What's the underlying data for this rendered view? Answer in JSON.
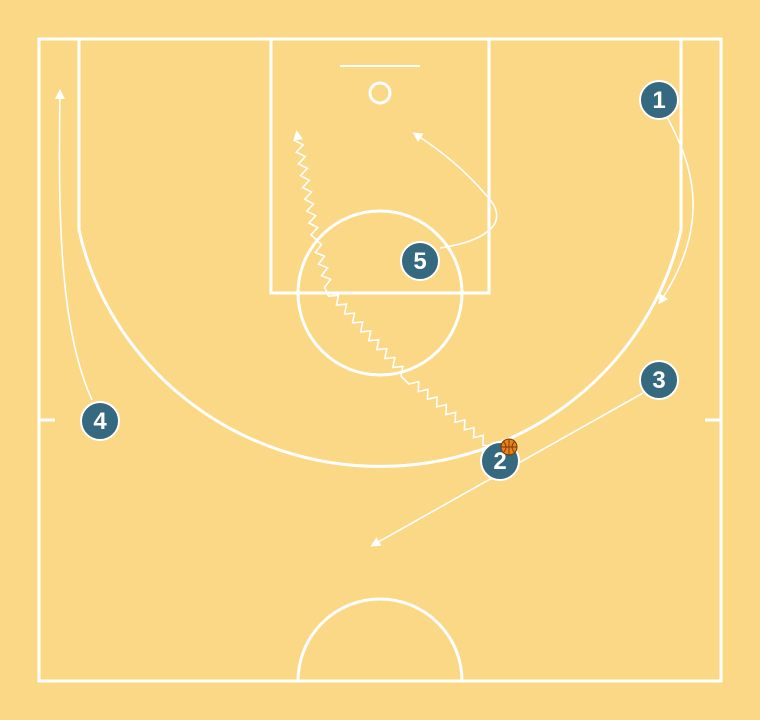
{
  "colors": {
    "court_background": "#fad885",
    "court_lines": "#ffffff",
    "player_fill": "#35697f",
    "player_outline": "#ffffff",
    "ball": "#e8821a",
    "movement_lines": "#ffffff"
  },
  "players": [
    {
      "number": "1"
    },
    {
      "number": "2",
      "has_ball": true
    },
    {
      "number": "3"
    },
    {
      "number": "4"
    },
    {
      "number": "5"
    }
  ],
  "icons": {
    "ball": "basketball-icon"
  }
}
